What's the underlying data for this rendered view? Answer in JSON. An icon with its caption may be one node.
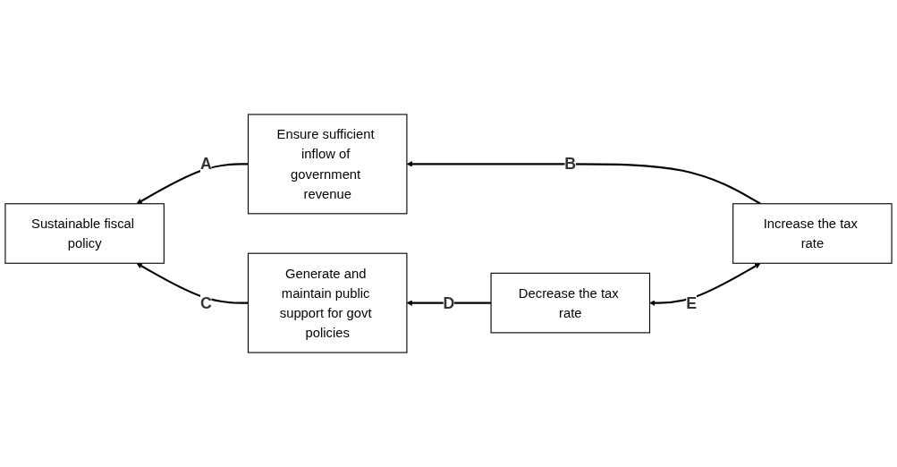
{
  "diagram": {
    "nodes": [
      {
        "text": [
          "Sustainable fiscal policy"
        ]
      },
      {
        "text": [
          "Ensure sufficient inflow of government revenue"
        ]
      },
      {
        "text": [
          "Increase the tax rate"
        ]
      },
      {
        "text": [
          "Generate and maintain public support for govt policies"
        ]
      },
      {
        "text": [
          "Decrease the tax rate"
        ]
      }
    ],
    "edges": [
      {
        "from": 1,
        "to": 0,
        "arrow": "to",
        "label": "A"
      },
      {
        "from": 2,
        "to": 1,
        "arrow": "to",
        "label": "B"
      },
      {
        "from": 3,
        "to": 0,
        "arrow": "to",
        "label": "C"
      },
      {
        "from": 4,
        "to": 3,
        "arrow": "to",
        "label": "D"
      },
      {
        "from": 2,
        "to": 4,
        "arrow": "both",
        "label": "E"
      }
    ]
  }
}
